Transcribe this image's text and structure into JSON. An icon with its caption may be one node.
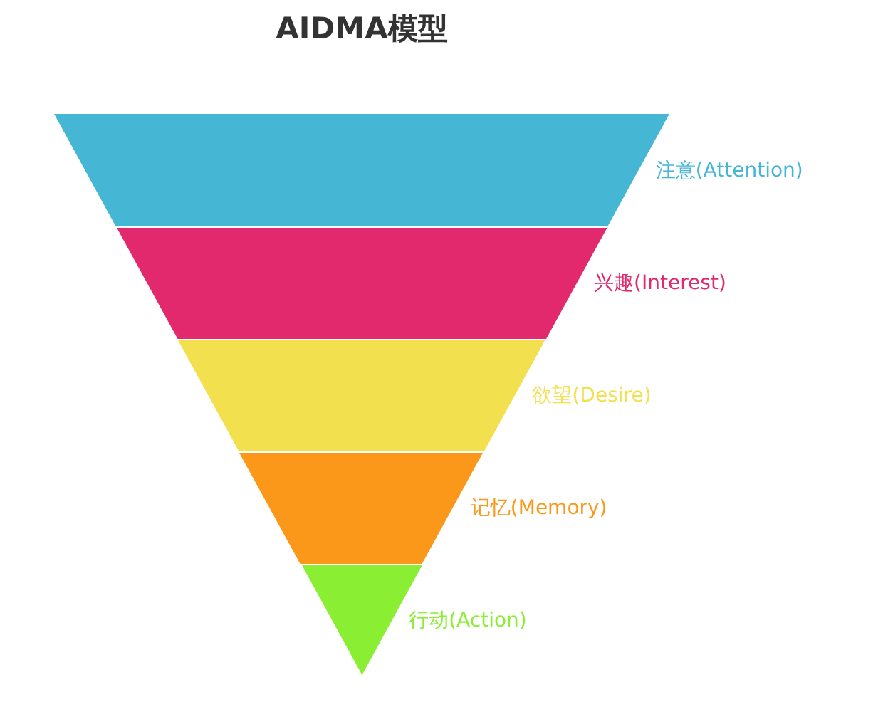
{
  "diagram": {
    "title": "AIDMA模型",
    "nodes": [
      {
        "text": [],
        "shape": "trapezoid",
        "beside": [
          "注意(Attention)"
        ]
      },
      {
        "text": [],
        "shape": "trapezoid",
        "beside": [
          "兴趣(Interest)"
        ]
      },
      {
        "text": [],
        "shape": "trapezoid",
        "beside": [
          "欲望(Desire)"
        ]
      },
      {
        "text": [],
        "shape": "trapezoid",
        "beside": [
          "记忆(Memory)"
        ]
      },
      {
        "text": [],
        "shape": "triangle",
        "beside": [
          "行动(Action)"
        ]
      }
    ]
  }
}
